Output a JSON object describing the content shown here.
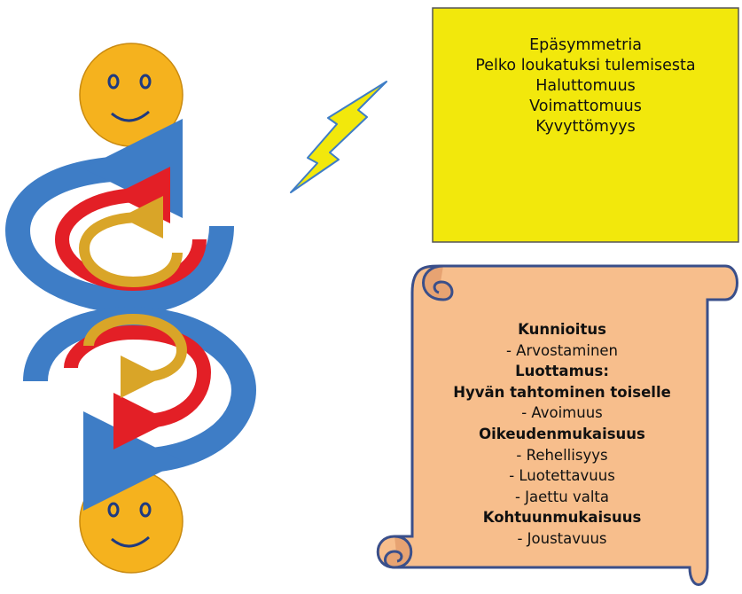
{
  "yellow_box": {
    "lines": [
      "Epäsymmetria",
      "Pelko loukatuksi tulemisesta",
      "Haluttomuus",
      "Voimattomuus",
      "Kyvyttömyys"
    ]
  },
  "scroll": {
    "lines": [
      {
        "text": "Kunnioitus",
        "bold": true
      },
      {
        "text": "- Arvostaminen",
        "bold": false
      },
      {
        "text": "Luottamus:",
        "bold": true
      },
      {
        "text": "Hyvän tahtominen toiselle",
        "bold": true
      },
      {
        "text": "- Avoimuus",
        "bold": false
      },
      {
        "text": "Oikeudenmukaisuus",
        "bold": true
      },
      {
        "text": "- Rehellisyys",
        "bold": false
      },
      {
        "text": "- Luotettavuus",
        "bold": false
      },
      {
        "text": "- Jaettu valta",
        "bold": false
      },
      {
        "text": "Kohtuunmukaisuus",
        "bold": true
      },
      {
        "text": "- Joustavuus",
        "bold": false
      }
    ]
  },
  "colors": {
    "blue_arrow": "#3e7dc6",
    "red_arrow": "#e31f26",
    "gold_arrow": "#d9a528",
    "smiley": "#f5b21e",
    "yellow_box": "#f2e80c",
    "scroll": "#f7be8c",
    "lightning": "#f2e80c"
  }
}
